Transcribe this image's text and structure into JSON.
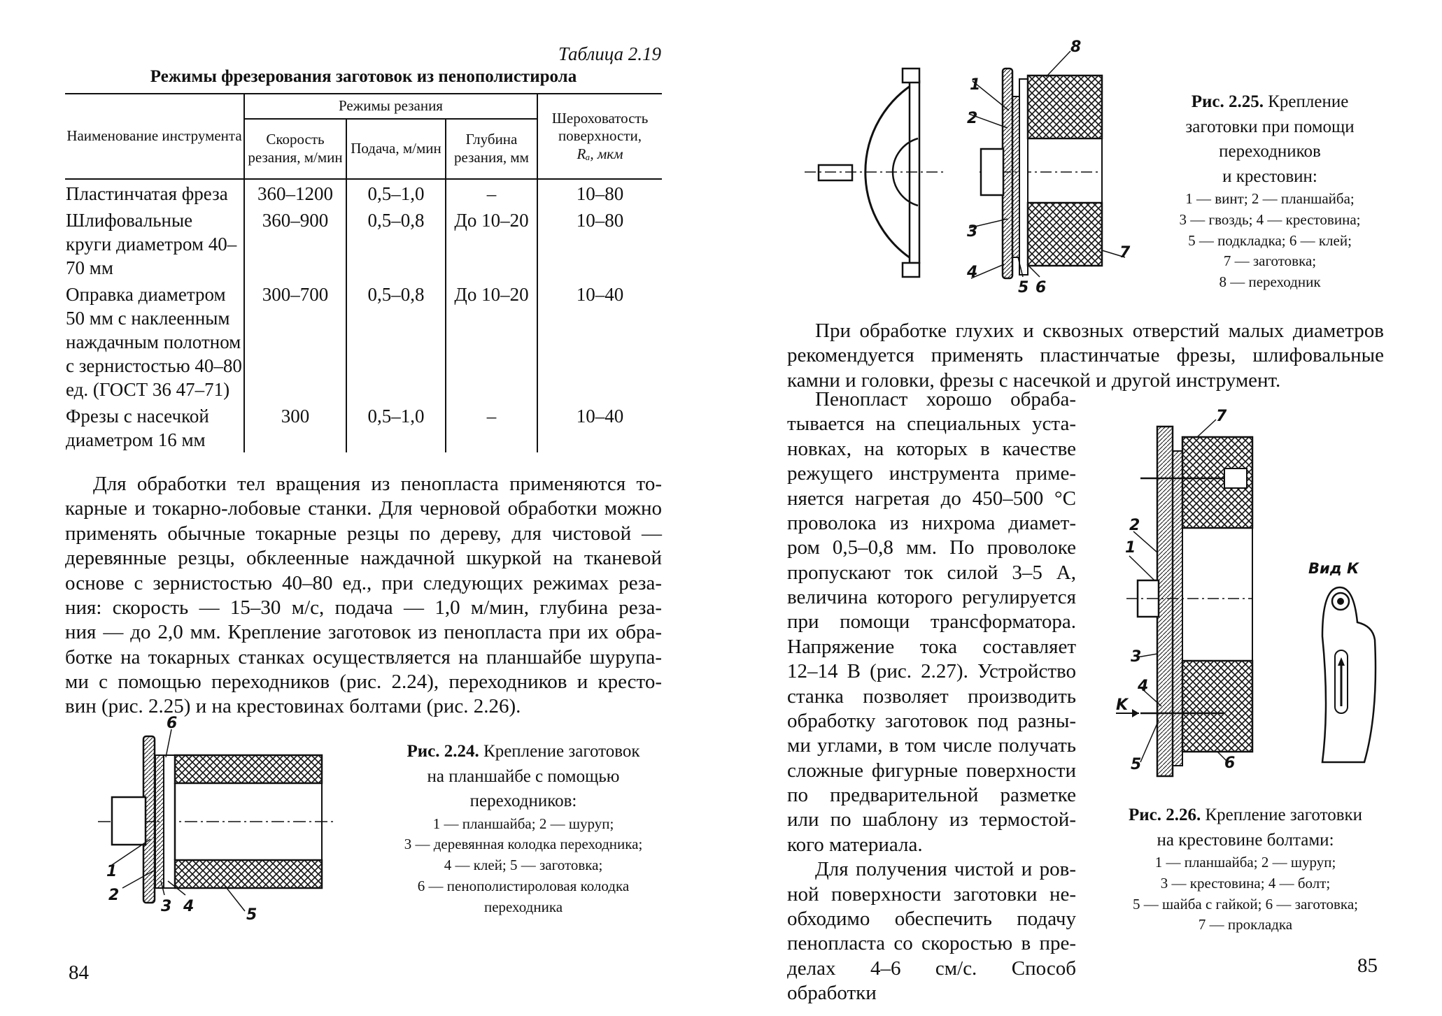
{
  "left_page": {
    "table_number": "Таблица 2.19",
    "table_title": "Режимы фрезерования заготовок из пенополистирола",
    "table": {
      "headers": {
        "tool": "Наименование инструмента",
        "modes": "Режимы резания",
        "speed": "Скорость резания, м/мин",
        "feed": "Подача, м/мин",
        "depth": "Глубина резания, мм",
        "roughness": "Шероховатость поверхности,",
        "roughness_unit": "Rₐ, мкм"
      },
      "rows": [
        {
          "tool": "Пластинчатая фреза",
          "speed": "360–1200",
          "feed": "0,5–1,0",
          "depth": "–",
          "roughness": "10–80"
        },
        {
          "tool": "Шлифовальные круги диаметром 40–70 мм",
          "speed": "360–900",
          "feed": "0,5–0,8",
          "depth": "До 10–20",
          "roughness": "10–80"
        },
        {
          "tool": "Оправка диаметром 50 мм с наклеен­ным наждачным полотном с зерни­стостью 40–80 ед. (ГОСТ 36 47–71)",
          "speed": "300–700",
          "feed": "0,5–0,8",
          "depth": "До 10–20",
          "roughness": "10–40"
        },
        {
          "tool": "Фрезы с насечкой диаметром 16 мм",
          "speed": "300",
          "feed": "0,5–1,0",
          "depth": "–",
          "roughness": "10–40"
        }
      ]
    },
    "paragraph": [
      "Для обработки тел вращения из пенопласта применяются то-",
      "карные и токарно-лобовые станки. Для черновой обработки можно",
      "применять обычные токарные резцы по дереву, для чистовой —",
      "деревянные резцы, обклеенные наждачной шкуркой на тканевой",
      "основе с зернистостью 40–80 ед., при следующих режимах реза-",
      "ния: скорость — 15–30 м/с, подача — 1,0 м/мин, глубина реза-",
      "ния — до 2,0 мм. Крепление заготовок из пенопласта при их обра-",
      "ботке на токарных станках осуществляется на планшайбе шурупа-",
      "ми с помощью переходников (рис. 2.24), переходников и кресто-",
      "вин (рис. 2.25) и на крестовинах болтами (рис. 2.26)."
    ],
    "fig24": {
      "title": "Рис. 2.24.",
      "title_rest": "Крепление заготовок",
      "lines": [
        "на планшайбе с помощью",
        "переходников:"
      ],
      "legend": [
        "1 — планшайба; 2 — шуруп;",
        "3 — деревянная колодка переходника;",
        "4 — клей; 5 — заготовка;",
        "6 — пенополистироловая колодка",
        "переходника"
      ],
      "labels": [
        "1",
        "2",
        "3",
        "4",
        "5",
        "6"
      ]
    },
    "page_number": "84"
  },
  "right_page": {
    "fig25": {
      "title": "Рис. 2.25.",
      "title_rest": "Крепление",
      "lines": [
        "заготовки при помощи",
        "переходников",
        "и крестовин:"
      ],
      "legend": [
        "1 — винт; 2 — планшайба;",
        "3 — гвоздь; 4 — крестовина;",
        "5 — подкладка; 6 — клей;",
        "7 — заготовка;",
        "8 — переходник"
      ],
      "labels": [
        "1",
        "2",
        "3",
        "4",
        "5",
        "6",
        "7",
        "8"
      ]
    },
    "paragraph1": [
      "При обработке глухих и сквозных отверстий малых диаметров",
      "рекомендуется применять пластинчатые фрезы, шлифовальные",
      "камни и головки, фрезы с насечкой и другой инструмент."
    ],
    "paragraph2": [
      "Пенопласт хорошо обраба-",
      "тывается на специальных уста-",
      "новках, на которых в качестве",
      "режущего инструмента приме-",
      "няется нагретая до 450–500 °С",
      "проволока из нихрома диамет-",
      "ром 0,5–0,8 мм. По проволоке",
      "пропускают ток силой 3–5 А,",
      "величина которого регулируется",
      "при помощи трансформатора.",
      "Напряжение тока составляет",
      "12–14 В (рис. 2.27). Устройство",
      "станка позволяет производить",
      "обработку заготовок под разны-",
      "ми углами, в том числе получать",
      "сложные фигурные поверхности",
      "по предварительной разметке",
      "или по шаблону из термостой-",
      "кого материала."
    ],
    "paragraph3": [
      "Для получения чистой и ров-",
      "ной поверхности заготовки не-",
      "обходимо обеспечить подачу",
      "пенопласта со скоростью в пре-",
      "делах 4–6 см/с. Способ обработки"
    ],
    "fig26": {
      "title": "Рис. 2.26.",
      "title_rest": "Крепление заготовки",
      "lines": [
        "на крестовине болтами:"
      ],
      "legend": [
        "1 — планшайба; 2 — шуруп;",
        "3 — крестовина; 4 — болт;",
        "5 — шайба с гайкой; 6 — заготовка;",
        "7 — прокладка"
      ],
      "view_label": "Вид К",
      "labels": [
        "1",
        "2",
        "3",
        "4",
        "5",
        "6",
        "7",
        "K"
      ]
    },
    "page_number": "85"
  }
}
